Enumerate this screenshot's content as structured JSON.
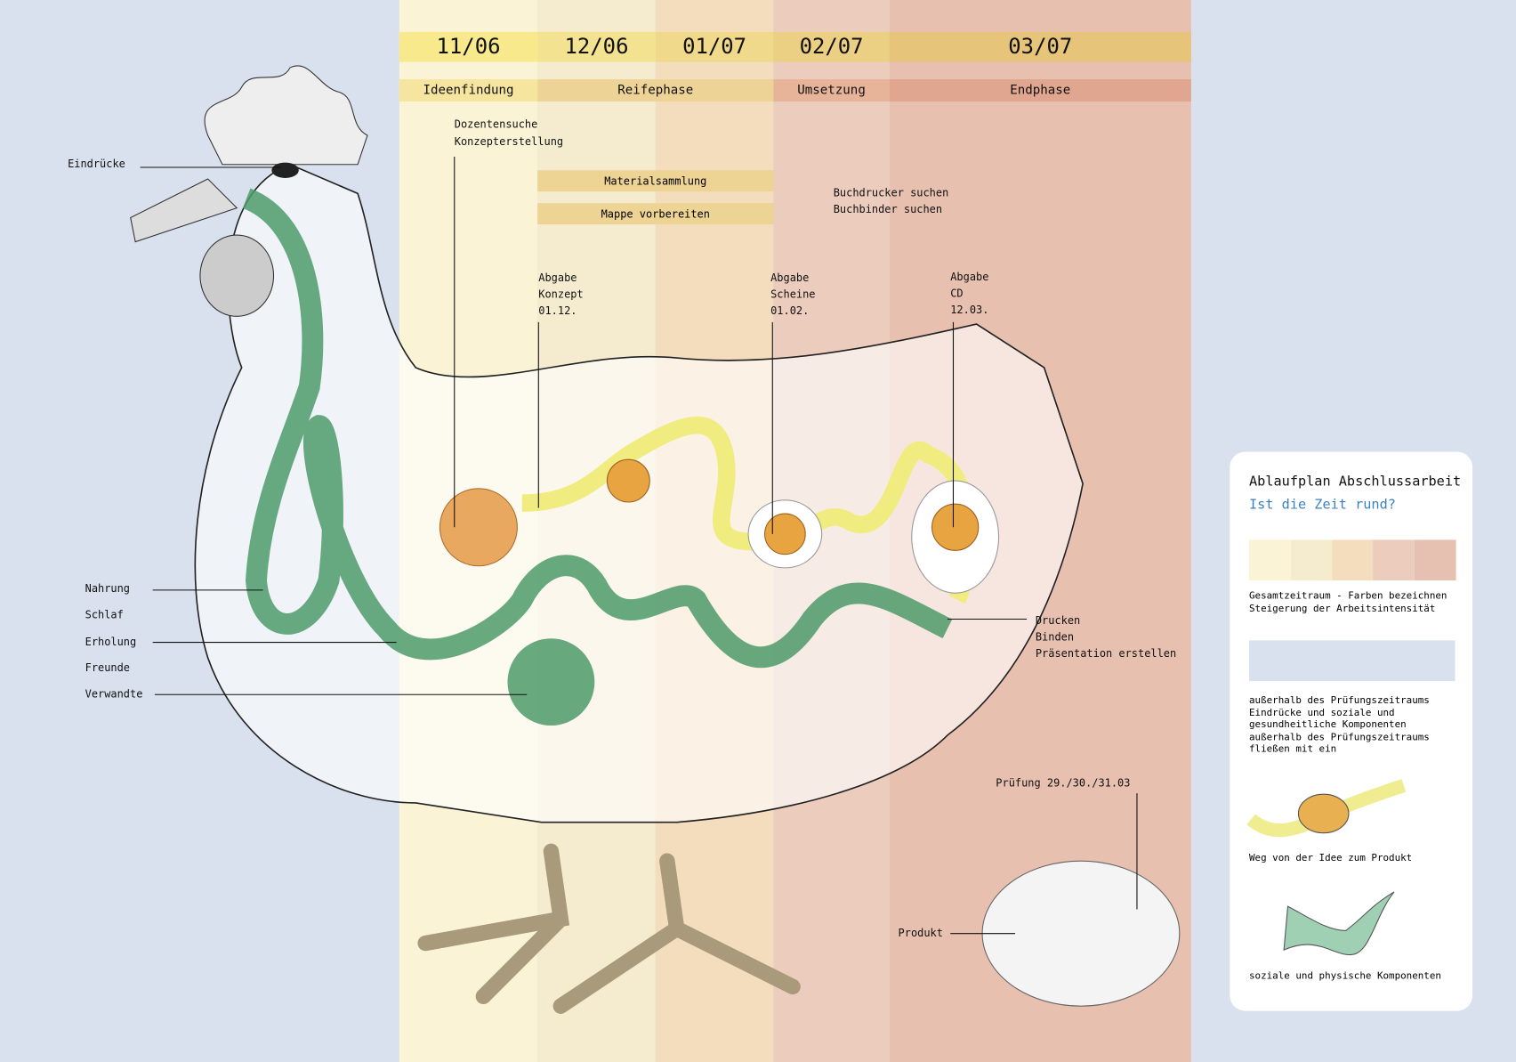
{
  "timeline": {
    "months": [
      "11/06",
      "12/06",
      "01/07",
      "02/07",
      "03/07"
    ],
    "phases": [
      "Ideenfindung",
      "Reifephase",
      "Umsetzung",
      "Endphase"
    ],
    "colors": {
      "col1": "#fbf3d6",
      "col2": "#f5ecd0",
      "col3": "#f4ddbd",
      "col4": "#ecccbd",
      "col5": "#e8c0b0"
    }
  },
  "tasks": {
    "early": [
      "Dozentensuche",
      "Konzepterstellung"
    ],
    "material": "Materialsammlung",
    "mappe": "Mappe vorbereiten",
    "buch": [
      "Buchdrucker suchen",
      "Buchbinder suchen"
    ],
    "abgabe_konzept": [
      "Abgabe",
      "Konzept",
      "01.12."
    ],
    "abgabe_scheine": [
      "Abgabe",
      "Scheine",
      "01.02."
    ],
    "abgabe_cd": [
      "Abgabe",
      "CD",
      "12.03."
    ],
    "final": [
      "Drucken",
      "Binden",
      "Präsentation erstellen"
    ],
    "pruefung": "Prüfung 29./30./31.03",
    "produkt": "Produkt"
  },
  "left_labels": {
    "eindruecke": "Eindrücke",
    "items": [
      "Nahrung",
      "Schlaf",
      "Erholung",
      "Freunde",
      "Verwandte"
    ]
  },
  "legend": {
    "title": "Ablaufplan Abschlussarbeit",
    "subtitle": "Ist die Zeit rund?",
    "subtitle_color": "#3b82c4",
    "desc1": "Gesamtzeitraum - Farben bezeichnen\nSteigerung der Arbeitsintensität",
    "desc2": "außerhalb des Prüfungszeitraums\nEindrücke und soziale und\ngesundheitliche Komponenten\naußerhalb des Prüfungszeitraums\nfließen mit ein",
    "desc3": "Weg von der Idee zum Produkt",
    "desc4": "soziale und physische Komponenten"
  }
}
